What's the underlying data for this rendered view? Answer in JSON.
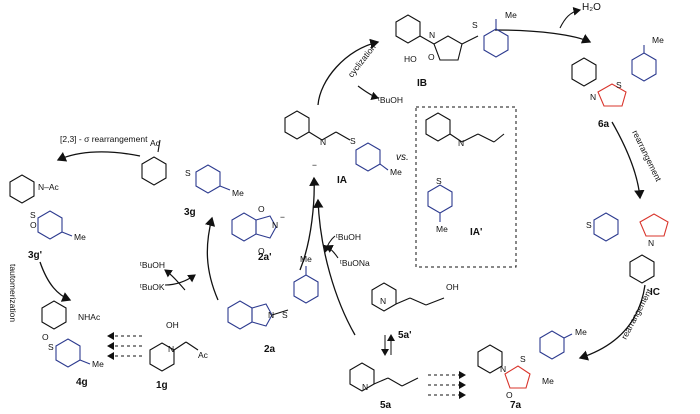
{
  "compounds": {
    "IB": "IB",
    "h2o": "H₂O",
    "c6a": "6a",
    "IA": "IA",
    "IAp": "IA'",
    "vs": "vs.",
    "g3": "3g",
    "g3p": "3g'",
    "c2ap": "2a'",
    "c2a": "2a",
    "c5ap": "5a'",
    "c5a": "5a",
    "c7a": "7a",
    "IC": "IC",
    "c4g": "4g",
    "c1g": "1g"
  },
  "arrows": {
    "cyclization": "cyclization",
    "rearrangement_right": "rearrangement",
    "rearrangement_bottom": "rearrangement",
    "rearr_23": "[2,3] - σ rearrangement",
    "tautomerization": "tautomerization"
  },
  "reagents": {
    "tbuoh_top": "ᵗBuOH",
    "tbuoh_left": "ᵗBuOH",
    "tbuok": "ᵗBuOK",
    "tbuoh_mid": "ᵗBuOH",
    "tbuona": "ᵗBuONa"
  },
  "atoms": {
    "me": "Me",
    "s": "S",
    "o": "O",
    "n": "N",
    "ho": "HO",
    "oh": "OH",
    "ac": "Ac",
    "nhac": "NHAc",
    "nac": "N–Ac",
    "minus": "−"
  },
  "colors": {
    "blue": "#2d3b8f",
    "red": "#d9342b",
    "ink": "#111111"
  }
}
